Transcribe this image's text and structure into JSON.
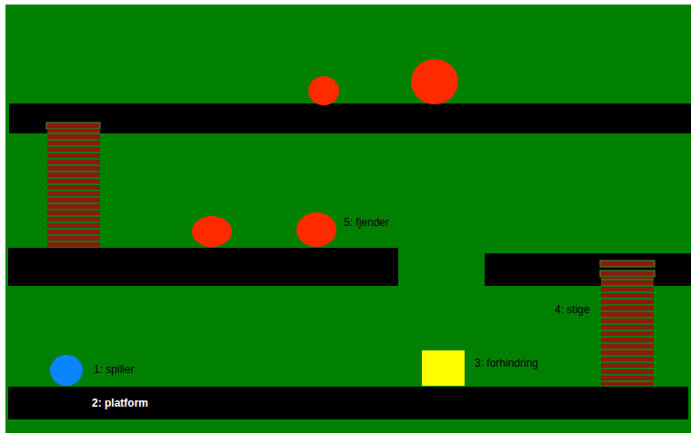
{
  "diagram": {
    "nodes": [
      {
        "text": [
          "2: platform"
        ]
      }
    ],
    "labels": [
      "1: spiller",
      "3: forhindring",
      "4: stige",
      "5: fjender"
    ]
  }
}
